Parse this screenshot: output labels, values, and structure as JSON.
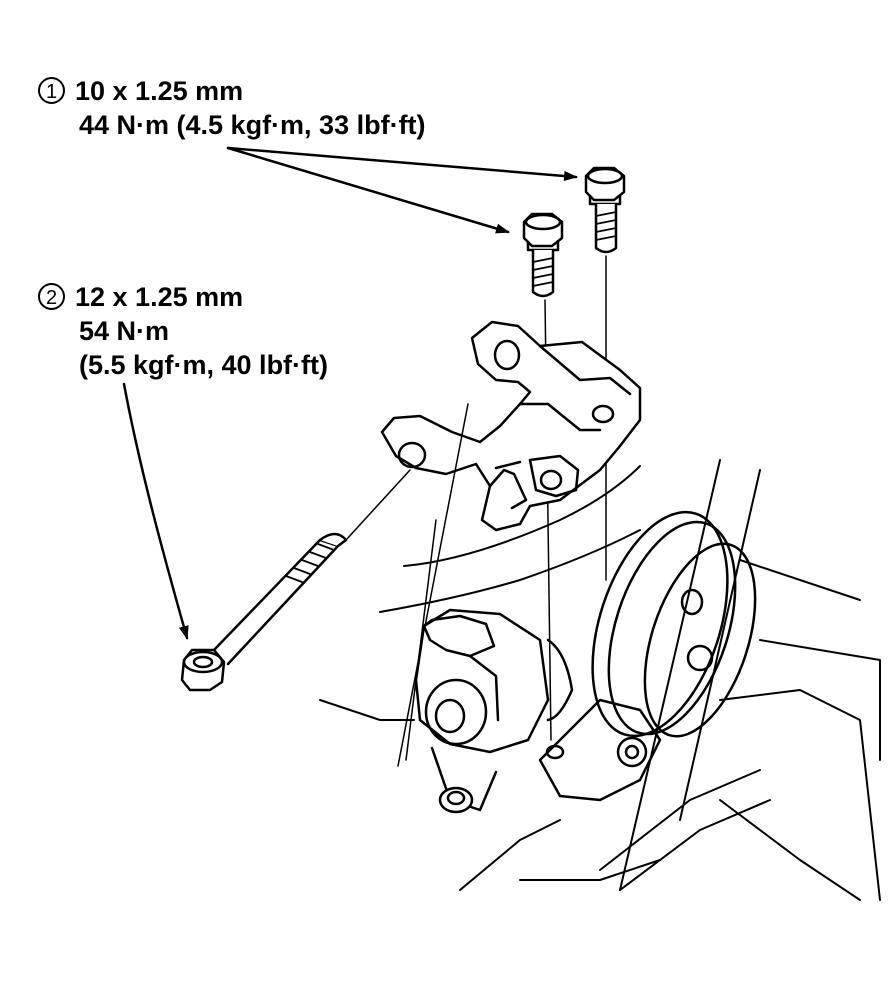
{
  "callouts": [
    {
      "number": "1",
      "lines": [
        "10 x 1.25 mm",
        "44 N·m (4.5 kgf·m, 33 lbf·ft)"
      ]
    },
    {
      "number": "2",
      "lines": [
        "12 x 1.25 mm",
        "54 N·m",
        "(5.5 kgf·m, 40 lbf·ft)"
      ]
    }
  ]
}
